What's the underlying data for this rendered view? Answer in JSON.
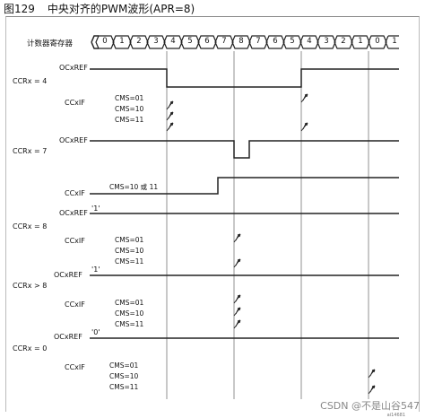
{
  "figure": {
    "number": "图129",
    "caption": "中央对齐的PWM波形(APR=8)"
  },
  "counter": {
    "label": "计数器寄存器",
    "values": [
      "0",
      "1",
      "2",
      "3",
      "4",
      "5",
      "6",
      "7",
      "8",
      "7",
      "6",
      "5",
      "4",
      "3",
      "2",
      "1",
      "0",
      "1"
    ]
  },
  "rows": {
    "ocxref_a": "OCxREF",
    "ccrx4": "CCRx = 4",
    "ccxif_a": "CCxIF",
    "cms_a": [
      "CMS=01",
      "CMS=10",
      "CMS=11"
    ],
    "ocxref_b": "OCxREF",
    "ccrx7": "CCRx = 7",
    "ccxif_b": "CCxIF",
    "cms_b": "CMS=10 或 11",
    "ocxref_c": "OCxREF",
    "ccrx8": "CCRx = 8",
    "one_c": "'1'",
    "ccxif_c": "CCxIF",
    "cms_c": [
      "CMS=01",
      "CMS=10",
      "CMS=11"
    ],
    "ocxref_d": "OCxREF",
    "ccrx_gt8": "CCRx > 8",
    "one_d": "'1'",
    "ccxif_d": "CCxIF",
    "cms_d": [
      "CMS=01",
      "CMS=10",
      "CMS=11"
    ],
    "ocxref_e": "OCxREF",
    "ccrx0": "CCRx = 0",
    "zero_e": "'0'",
    "ccxif_e": "CCxIF",
    "cms_e": [
      "CMS=01",
      "CMS=10",
      "CMS=11"
    ]
  },
  "watermark": "CSDN @不是山谷547",
  "ref_code": "ai14681"
}
